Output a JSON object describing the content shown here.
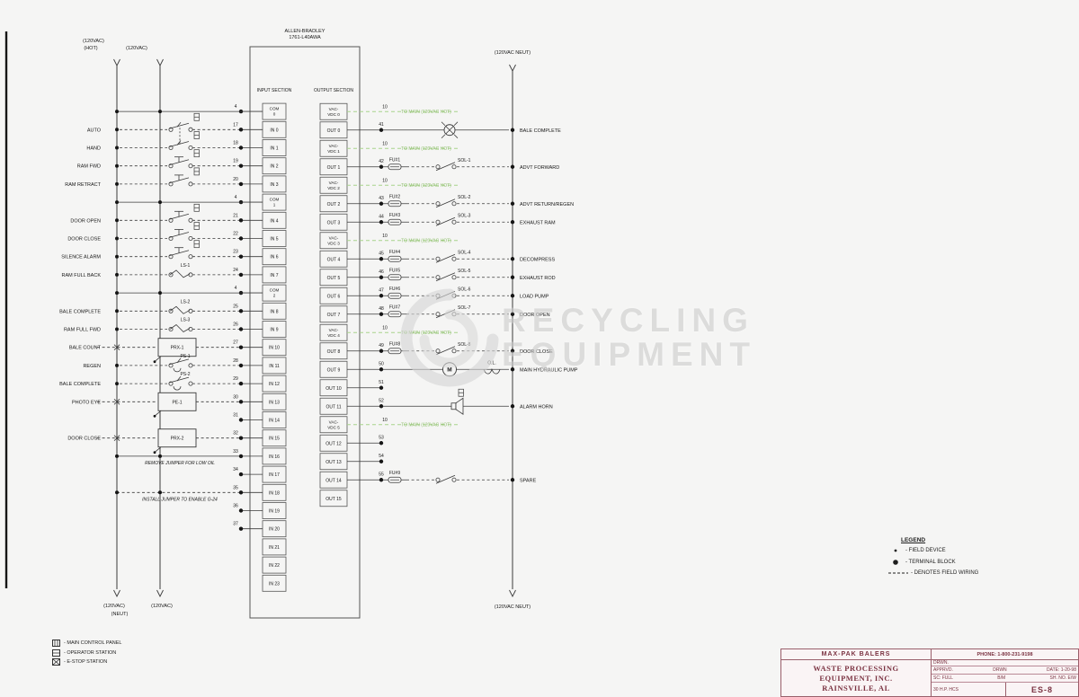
{
  "page": {
    "background": "#f5f5f4",
    "line_color": "#3a3a3a",
    "green_line": "#a8d48c",
    "green_text": "#8fbf6d",
    "maroon": "#7b3342"
  },
  "watermark": {
    "line1": "RECYCLING",
    "line2": "EQUIPMENT"
  },
  "buses": {
    "left_hot_top_label": "(120VAC)",
    "left_hot_top_sub": "(HOT)",
    "left2_top_label": "(120VAC)",
    "left_hot_bottom_label": "(120VAC)",
    "left2_bottom_label": "(120VAC)",
    "left_bottom_sub": "(NEUT)",
    "right_top_label": "(120VAC NEUT)",
    "right_bottom_label": "(120VAC NEUT)"
  },
  "plc": {
    "vendor_line1": "ALLEN-BRADLEY",
    "vendor_line2": "1761-L40AWA",
    "input_section_label": "INPUT SECTION",
    "output_section_label": "OUTPUT SECTION",
    "input_rows": [
      {
        "term": "COM",
        "term2": "0",
        "type": "com",
        "wire": "4"
      },
      {
        "term": "IN 0",
        "type": "selector",
        "label": "AUTO",
        "wire": "17",
        "marker": true,
        "link": true
      },
      {
        "term": "IN 1",
        "type": "selector",
        "label": "HAND",
        "wire": "18",
        "marker": true
      },
      {
        "term": "IN 2",
        "type": "pushbutton",
        "label": "RAM FWD",
        "wire": "19",
        "marker": true
      },
      {
        "term": "IN 3",
        "type": "pushbutton",
        "label": "RAM RETRACT",
        "wire": "20",
        "marker": true
      },
      {
        "term": "COM",
        "term2": "1",
        "type": "com",
        "wire": "4"
      },
      {
        "term": "IN 4",
        "type": "pushbutton",
        "label": "DOOR OPEN",
        "wire": "21",
        "marker": true
      },
      {
        "term": "IN 5",
        "type": "pushbutton",
        "label": "DOOR CLOSE",
        "wire": "22",
        "marker": true
      },
      {
        "term": "IN 6",
        "type": "pushbutton",
        "label": "SILENCE ALARM",
        "wire": "23",
        "marker": true
      },
      {
        "term": "IN 7",
        "type": "limit",
        "dev": "LS-1",
        "label": "RAM FULL BACK",
        "wire": "24"
      },
      {
        "term": "COM",
        "term2": "2",
        "type": "com",
        "wire": "4"
      },
      {
        "term": "IN 8",
        "type": "limit",
        "dev": "LS-2",
        "label": "BALE COMPLETE",
        "wire": "25"
      },
      {
        "term": "IN 9",
        "type": "limit",
        "dev": "LS-3",
        "label": "RAM FULL FWD",
        "wire": "26"
      },
      {
        "term": "IN 10",
        "type": "box",
        "dev": "PRX-1",
        "label": "BALE COUNT",
        "wire": "27"
      },
      {
        "term": "IN 11",
        "type": "pressure",
        "dev": "PS-1",
        "label": "REGEN",
        "wire": "28"
      },
      {
        "term": "IN 12",
        "type": "pressure",
        "dev": "PS-2",
        "label": "BALE COMPLETE",
        "wire": "29"
      },
      {
        "term": "IN 13",
        "type": "box",
        "dev": "PE-1",
        "label": "PHOTO EYE",
        "wire": "30"
      },
      {
        "term": "IN 14",
        "type": "terminal",
        "wire": "31"
      },
      {
        "term": "IN 15",
        "type": "box",
        "dev": "PRX-2",
        "label": "DOOR CLOSE",
        "wire": "32"
      },
      {
        "term": "IN 16",
        "type": "jumper_solid",
        "note": "REMOVE JUMPER FOR LOW OIL",
        "wire": "33"
      },
      {
        "term": "IN 17",
        "type": "terminal",
        "wire": "34"
      },
      {
        "term": "IN 18",
        "type": "jumper_dashed",
        "note": "INSTALL JUMPER TO ENABLE G-24",
        "wire": "35"
      },
      {
        "term": "IN 19",
        "type": "terminal",
        "wire": "36"
      },
      {
        "term": "IN 20",
        "type": "terminal",
        "wire": "37"
      },
      {
        "term": "IN 21",
        "type": "plain"
      },
      {
        "term": "IN 22",
        "type": "plain"
      },
      {
        "term": "IN 23",
        "type": "plain"
      }
    ],
    "output_rows": [
      {
        "term": "VAC-",
        "term2": "VDC 0",
        "type": "vac",
        "wire": "10",
        "note": "TO MAIN (120VAC HOT)"
      },
      {
        "term": "OUT 0",
        "type": "light",
        "wire": "41",
        "label": "BALE COMPLETE"
      },
      {
        "term": "VAC-",
        "term2": "VDC 1",
        "type": "vac",
        "wire": "10",
        "note": "TO MAIN (120VAC HOT)"
      },
      {
        "term": "OUT 1",
        "type": "sol",
        "wire": "42",
        "fuse": "FU#1",
        "dev": "SOL-1",
        "label": "ADVT FORWARD"
      },
      {
        "term": "VAC-",
        "term2": "VDC 2",
        "type": "vac",
        "wire": "10",
        "note": "TO MAIN (120VAC HOT)"
      },
      {
        "term": "OUT 2",
        "type": "sol",
        "wire": "43",
        "fuse": "FU#2",
        "dev": "SOL-2",
        "label": "ADVT RETURN/REGEN"
      },
      {
        "term": "OUT 3",
        "type": "sol",
        "wire": "44",
        "fuse": "FU#3",
        "dev": "SOL-3",
        "label": "EXHAUST RAM"
      },
      {
        "term": "VAC-",
        "term2": "VDC 3",
        "type": "vac",
        "wire": "10",
        "note": "TO MAIN (120VAC HOT)"
      },
      {
        "term": "OUT 4",
        "type": "sol",
        "wire": "45",
        "fuse": "FU#4",
        "dev": "SOL-4",
        "label": "DECOMPRESS"
      },
      {
        "term": "OUT 5",
        "type": "sol",
        "wire": "46",
        "fuse": "FU#5",
        "dev": "SOL-5",
        "label": "EXHAUST ROD"
      },
      {
        "term": "OUT 6",
        "type": "sol",
        "wire": "47",
        "fuse": "FU#6",
        "dev": "SOL-6",
        "label": "LOAD PUMP"
      },
      {
        "term": "OUT 7",
        "type": "sol",
        "wire": "48",
        "fuse": "FU#7",
        "dev": "SOL-7",
        "label": "DOOR OPEN"
      },
      {
        "term": "VAC-",
        "term2": "VDC 4",
        "type": "vac",
        "wire": "10",
        "note": "TO MAIN (120VAC HOT)"
      },
      {
        "term": "OUT 8",
        "type": "sol",
        "wire": "49",
        "fuse": "FU#8",
        "dev": "SOL-8",
        "label": "DOOR CLOSE"
      },
      {
        "term": "OUT 9",
        "type": "motor",
        "wire": "50",
        "dev": "O.L.",
        "label": "MAIN HYDRAULIC PUMP"
      },
      {
        "term": "OUT 10",
        "type": "terminal",
        "wire": "51"
      },
      {
        "term": "OUT 11",
        "type": "horn",
        "wire": "52",
        "label": "ALARM HORN"
      },
      {
        "term": "VAC-",
        "term2": "VDC 5",
        "type": "vac",
        "wire": "10",
        "note": "TO MAIN (120VAC HOT)"
      },
      {
        "term": "OUT 12",
        "type": "terminal",
        "wire": "53"
      },
      {
        "term": "OUT 13",
        "type": "terminal",
        "wire": "54"
      },
      {
        "term": "OUT 14",
        "type": "sol",
        "wire": "55",
        "fuse": "FU#9",
        "dev": "",
        "label": "SPARE"
      },
      {
        "term": "OUT 15",
        "type": "plain"
      }
    ]
  },
  "legend": {
    "title": "LEGEND",
    "items": [
      {
        "icon": "field-device-dot",
        "label": "- FIELD DEVICE"
      },
      {
        "icon": "terminal-block-dot",
        "label": "- TERMINAL BLOCK"
      },
      {
        "icon": "dashed-line",
        "label": "- DENOTES FIELD WIRING"
      }
    ]
  },
  "location_legend": {
    "items": [
      {
        "icon": "main-control-panel-box",
        "label": "- MAIN CONTROL PANEL"
      },
      {
        "icon": "operator-station-box",
        "label": "- OPERATOR STATION"
      },
      {
        "icon": "estop-station-box",
        "label": "- E-STOP STATION"
      }
    ]
  },
  "title_block": {
    "brand": "MAX-PAK BALERS",
    "phone": "PHONE: 1-800-231-9198",
    "company_line1": "WASTE PROCESSING",
    "company_line2": "EQUIPMENT, INC.",
    "company_line3": "RAINSVILLE, AL",
    "drwn_label": "DRWN.",
    "apprvd_label": "APPRVD.",
    "drwn2_label": "DRWN",
    "date_label": "DATE: 1-20-98",
    "scale_label": "SC: FULL",
    "bm_label": "B/M",
    "sheet_label": "SH. NO. E/W",
    "hp_label": "30 H.P. HCS",
    "drawing_number": "ES-8"
  }
}
